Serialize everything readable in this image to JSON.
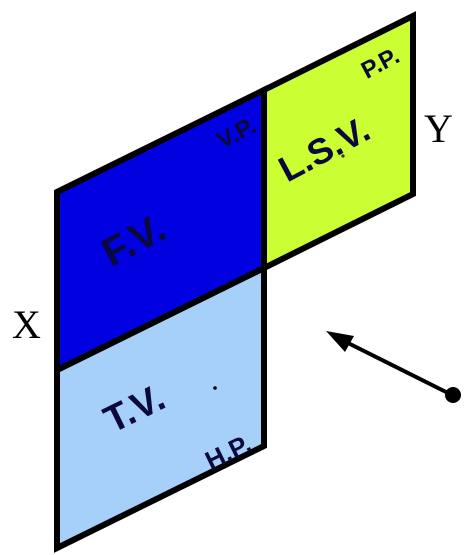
{
  "planes": {
    "vertical": {
      "view_label": "F.V.",
      "plane_label": "V.P.",
      "color": "#0000e0"
    },
    "profile": {
      "view_label": "L.S.V.",
      "plane_label": "P.P.",
      "color": "#ccff33"
    },
    "horizontal": {
      "view_label": "T.V.",
      "plane_label": "H.P.",
      "color": "#a6d0fa"
    }
  },
  "axis": {
    "left_label": "X",
    "right_label": "Y"
  },
  "arrow": {
    "direction": "viewing direction toward planes"
  },
  "colors": {
    "outline": "#000000"
  }
}
